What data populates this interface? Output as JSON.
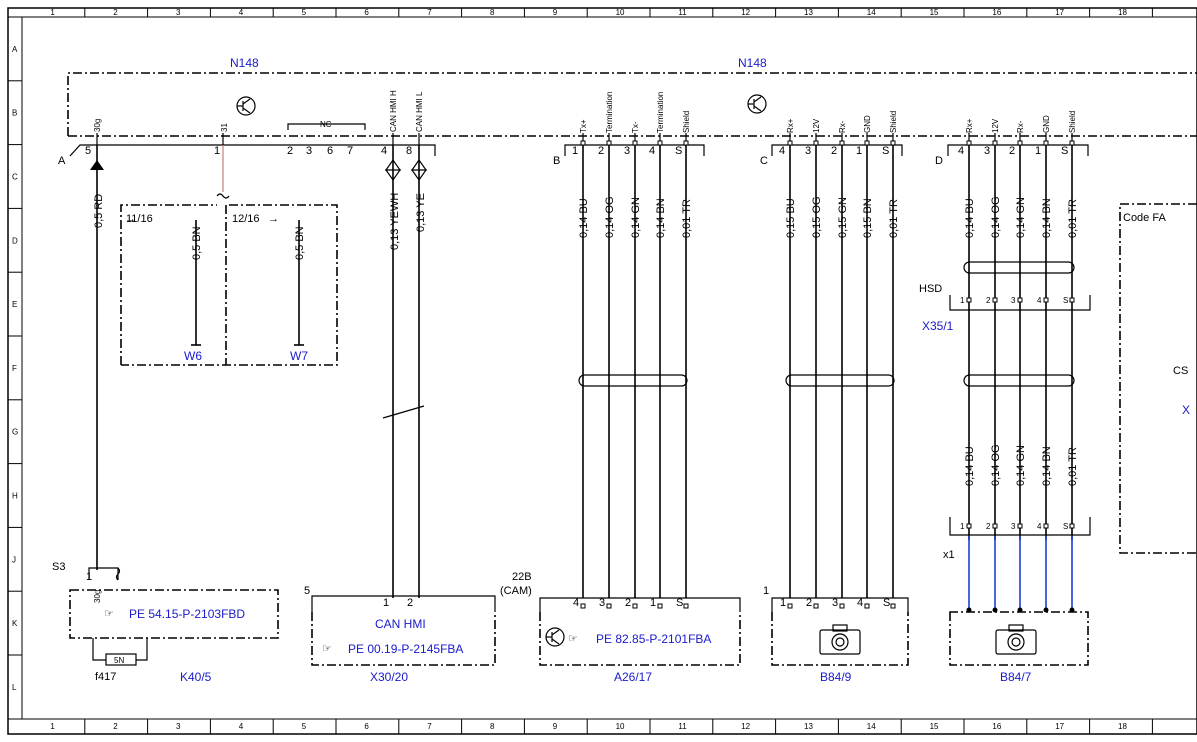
{
  "grid": {
    "cols": [
      "1",
      "2",
      "3",
      "4",
      "5",
      "6",
      "7",
      "8",
      "9",
      "10",
      "11",
      "12",
      "13",
      "14",
      "15",
      "16",
      "17",
      "18"
    ],
    "rows": [
      "A",
      "B",
      "C",
      "D",
      "E",
      "F",
      "G",
      "H",
      "J",
      "K",
      "L"
    ]
  },
  "components": {
    "n148_left": "N148",
    "n148_right": "N148",
    "code_fa": "Code FA",
    "cs_cut": "CS",
    "x_cut": "X",
    "hsd": "HSD",
    "x35_1": "X35/1",
    "x1": "x1",
    "s3": "S3",
    "f417": "f417",
    "k40_5": "K40/5",
    "x30_20": "X30/20",
    "a26_17": "A26/17",
    "b84_9": "B84/9",
    "b84_7": "B84/7",
    "w6": "W6",
    "w7": "W7",
    "can_hmi": "CAN HMI",
    "pe_k40": "PE 54.15-P-2103FBD",
    "pe_x30": "PE 00.19-P-2145FBA",
    "pe_a26": "PE 82.85-P-2101FBA",
    "x30_num": "5",
    "a26_num": "22B",
    "a26_cam": "(CAM)",
    "b84_9_num": "1",
    "fuse": "5N",
    "ref_11": "11/16",
    "ref_12": "12/16",
    "nc": "NC"
  },
  "connectors": {
    "A": {
      "label": "A",
      "pins": [
        "5",
        "1",
        "2",
        "3",
        "6",
        "7",
        "4",
        "8"
      ],
      "names": [
        "30g",
        "31",
        "CAN HMI H",
        "CAN HMI L"
      ]
    },
    "B": {
      "label": "B",
      "pins": [
        "1",
        "2",
        "3",
        "4",
        "S"
      ],
      "names": [
        "Tx+",
        "Termination",
        "Tx-",
        "Termination",
        "Shield"
      ]
    },
    "C": {
      "label": "C",
      "pins": [
        "4",
        "3",
        "2",
        "1",
        "S"
      ],
      "names": [
        "Rx+",
        "12V",
        "Rx-",
        "GND",
        "Shield"
      ]
    },
    "D": {
      "label": "D",
      "pins": [
        "4",
        "3",
        "2",
        "1",
        "S"
      ],
      "names": [
        "Rx+",
        "12V",
        "Rx-",
        "GND",
        "Shield"
      ]
    }
  },
  "wires": {
    "a_rd": "0,5 RD",
    "w6_bn": "0,5 BN",
    "w7_bn": "0,5 BN",
    "can_h": "0,13 YEWH",
    "can_l": "0,13 YE",
    "b": [
      "0,14 BU",
      "0,14 OG",
      "0,14 GN",
      "0,14 BN",
      "0,01 TR"
    ],
    "c": [
      "0,15 BU",
      "0,15 OG",
      "0,15 GN",
      "0,15 BN",
      "0,01 TR"
    ],
    "d": [
      "0,14 BU",
      "0,14 OG",
      "0,14 GN",
      "0,14 BN",
      "0,01 TR"
    ],
    "d_lower": [
      "0,14 BU",
      "0,14 OG",
      "0,14 GN",
      "0,14 BN",
      "0,01 TR"
    ]
  },
  "pins_bottom": {
    "x35": [
      "1",
      "2",
      "3",
      "4",
      "S"
    ],
    "x1": [
      "1",
      "2",
      "3",
      "4",
      "S"
    ],
    "x30": [
      "1",
      "2"
    ],
    "a26": [
      "4",
      "3",
      "2",
      "1",
      "S"
    ],
    "b84_9": [
      "1",
      "2",
      "3",
      "4",
      "S"
    ],
    "k40": [
      "1",
      "30g"
    ]
  },
  "colors": {
    "line": "#000000",
    "label_blue": "#1a1acc",
    "shielded_blue": "#1a3fd6",
    "ground_wire": "#c08070"
  }
}
